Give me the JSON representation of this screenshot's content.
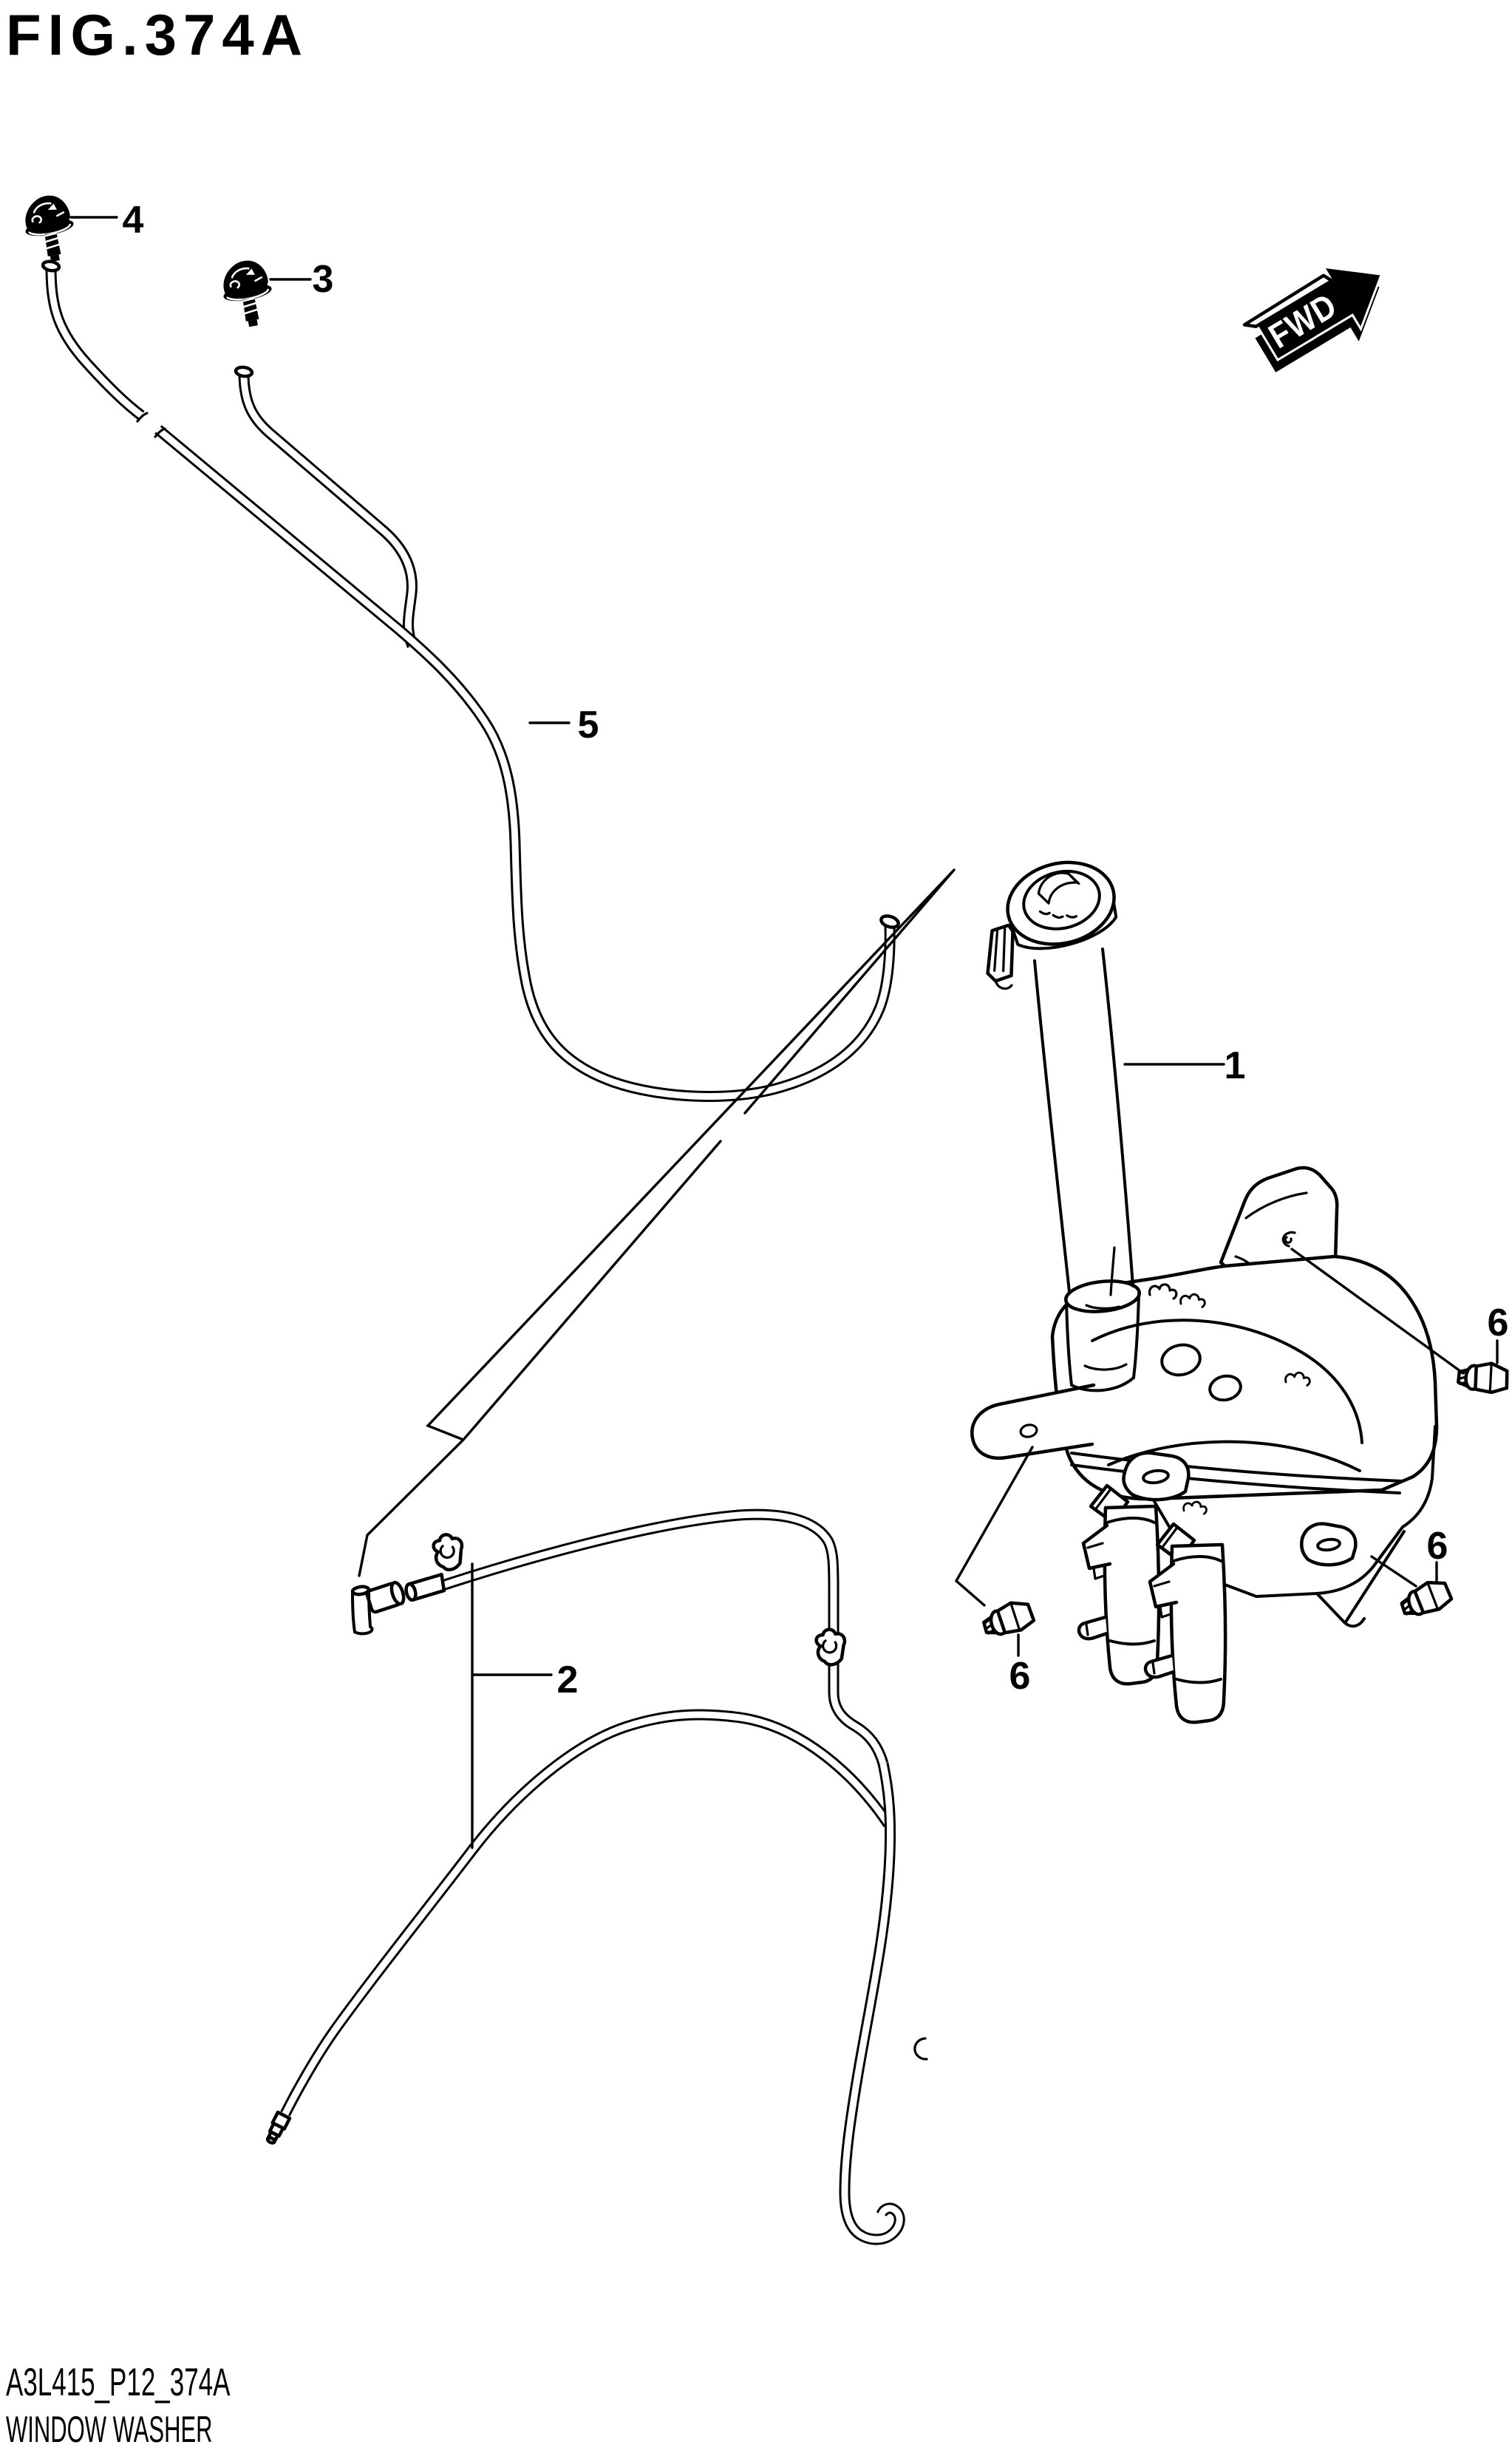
{
  "colors": {
    "ink": "#000000",
    "paper": "#ffffff"
  },
  "header": {
    "title": "FIG.374A"
  },
  "direction_badge": {
    "label": "FWD"
  },
  "callouts": {
    "n1": "1",
    "n2": "2",
    "n3": "3",
    "n4": "4",
    "n5": "5",
    "n6": "6"
  },
  "footer": {
    "code": "A3L415_P12_374A",
    "caption": "WINDOW WASHER"
  }
}
